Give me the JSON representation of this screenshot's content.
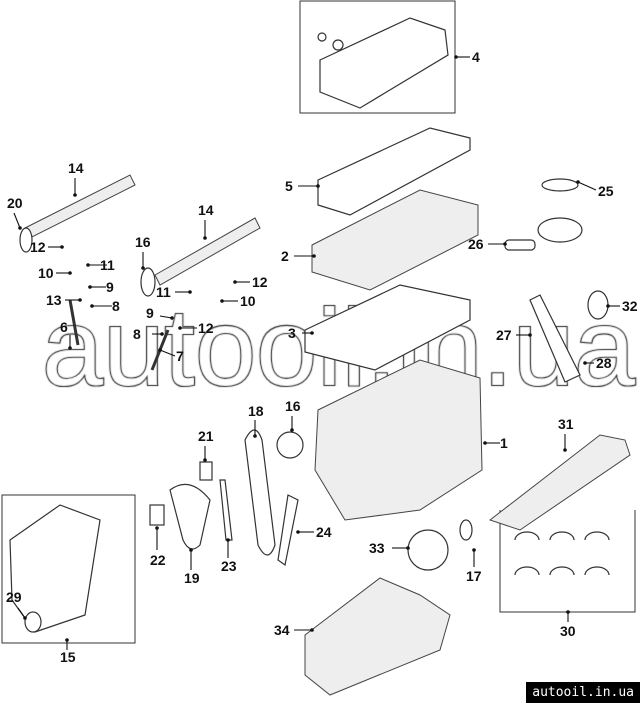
{
  "diagram": {
    "callouts": [
      "4",
      "5",
      "25",
      "2",
      "26",
      "14",
      "20",
      "12",
      "11",
      "10",
      "9",
      "13",
      "8",
      "6",
      "14",
      "16",
      "12",
      "11",
      "10",
      "9",
      "8",
      "12",
      "7",
      "3",
      "32",
      "27",
      "28",
      "18",
      "16",
      "21",
      "1",
      "31",
      "22",
      "19",
      "23",
      "24",
      "33",
      "17",
      "29",
      "15",
      "34",
      "30"
    ]
  },
  "watermark": "autooil.in.ua",
  "footer": "autooil.in.ua"
}
